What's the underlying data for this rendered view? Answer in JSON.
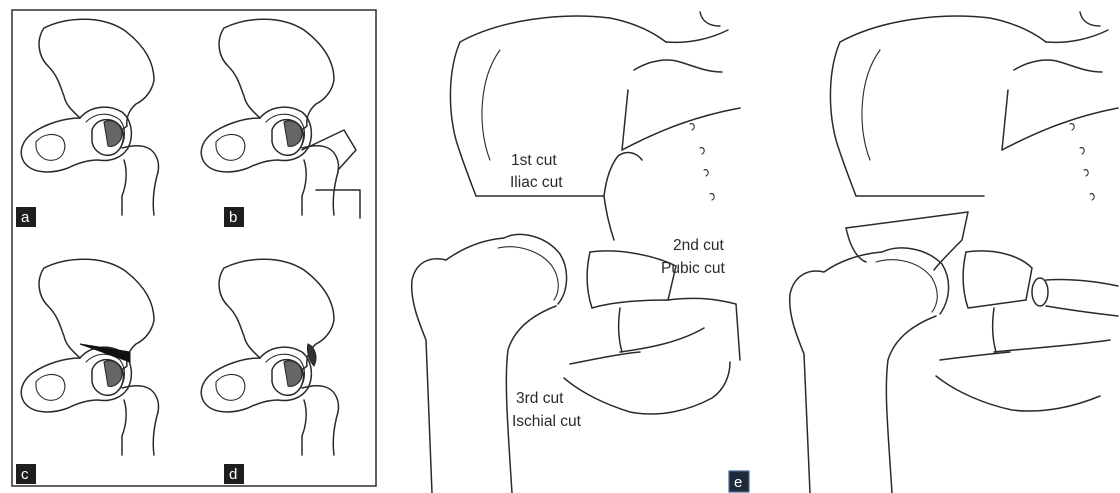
{
  "panels": {
    "a": {
      "tag": "a"
    },
    "b": {
      "tag": "b"
    },
    "c": {
      "tag": "c"
    },
    "d": {
      "tag": "d"
    },
    "e": {
      "tag": "e"
    }
  },
  "cuts": {
    "first": {
      "line1": "1st cut",
      "line2": "Iliac cut"
    },
    "second": {
      "line1": "2nd cut",
      "line2": "Pubic cut"
    },
    "third": {
      "line1": "3rd cut",
      "line2": "Ischial cut"
    }
  }
}
